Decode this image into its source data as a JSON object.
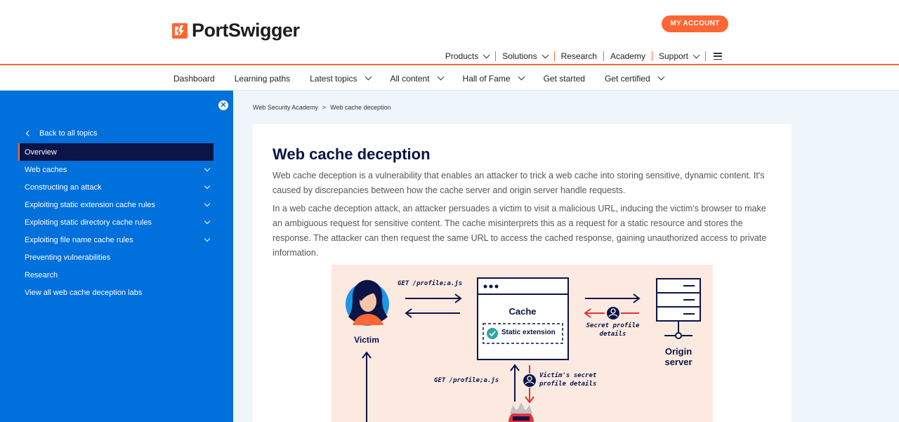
{
  "header": {
    "brand": "PortSwigger",
    "account_label": "MY ACCOUNT",
    "nav": [
      {
        "label": "Products",
        "dropdown": true
      },
      {
        "label": "Solutions",
        "dropdown": true
      },
      {
        "label": "Research",
        "dropdown": false
      },
      {
        "label": "Academy",
        "dropdown": false
      },
      {
        "label": "Support",
        "dropdown": true
      }
    ]
  },
  "subnav": [
    {
      "label": "Dashboard",
      "dropdown": false
    },
    {
      "label": "Learning paths",
      "dropdown": false
    },
    {
      "label": "Latest topics",
      "dropdown": true
    },
    {
      "label": "All content",
      "dropdown": true
    },
    {
      "label": "Hall of Fame",
      "dropdown": true
    },
    {
      "label": "Get started",
      "dropdown": false
    },
    {
      "label": "Get certified",
      "dropdown": true
    }
  ],
  "sidebar": {
    "back_label": "Back to all topics",
    "items": [
      {
        "label": "Overview",
        "active": true,
        "expandable": false
      },
      {
        "label": "Web caches",
        "active": false,
        "expandable": true
      },
      {
        "label": "Constructing an attack",
        "active": false,
        "expandable": true
      },
      {
        "label": "Exploiting static extension cache rules",
        "active": false,
        "expandable": true
      },
      {
        "label": "Exploiting static directory cache rules",
        "active": false,
        "expandable": true
      },
      {
        "label": "Exploiting file name cache rules",
        "active": false,
        "expandable": true
      },
      {
        "label": "Preventing vulnerabilities",
        "active": false,
        "expandable": false
      },
      {
        "label": "Research",
        "active": false,
        "expandable": false
      },
      {
        "label": "View all web cache deception labs",
        "active": false,
        "expandable": false
      }
    ]
  },
  "breadcrumb": {
    "root": "Web Security Academy",
    "separator": ">",
    "current": "Web cache deception"
  },
  "article": {
    "title": "Web cache deception",
    "p1": "Web cache deception is a vulnerability that enables an attacker to trick a web cache into storing sensitive, dynamic content. It's caused by discrepancies between how the cache server and origin server handle requests.",
    "p2": "In a web cache deception attack, an attacker persuades a victim to visit a malicious URL, inducing the victim's browser to make an ambiguous request for sensitive content. The cache misinterprets this as a request for a static resource and stores the response. The attacker can then request the same URL to access the cached response, gaining unauthorized access to private information."
  },
  "diagram": {
    "victim_label": "Victim",
    "request_top": "GET /profile;a.js",
    "cache_label": "Cache",
    "static_extension_label": "Static extension",
    "secret_details_line1": "Secret profile",
    "secret_details_line2": "details",
    "origin_line1": "Origin",
    "origin_line2": "server",
    "request_bottom": "GET /profile;a.js",
    "victim_secret_line1": "Victim's secret",
    "victim_secret_line2": "profile details"
  },
  "colors": {
    "brand_orange": "#ff6633",
    "sidebar_blue": "#0070dc",
    "navy": "#0a1446",
    "diagram_bg": "#fce9e0",
    "alert_red": "#e5303e",
    "teal_check": "#2aa5a5"
  }
}
